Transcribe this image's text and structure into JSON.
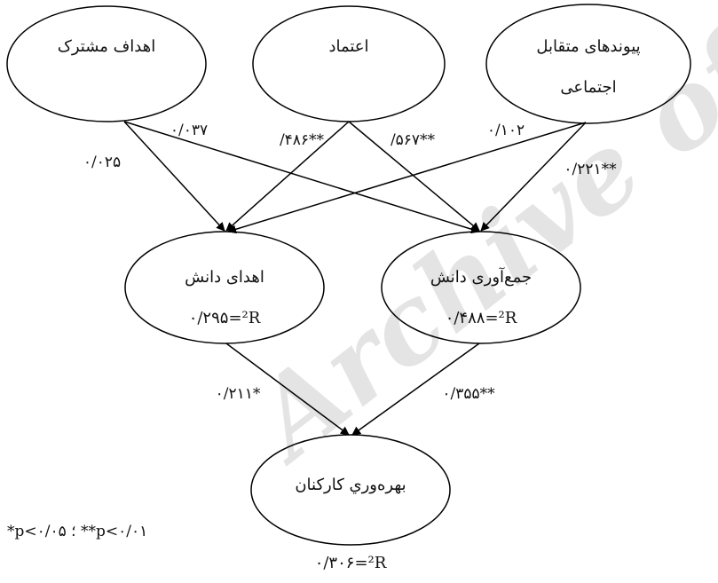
{
  "nodes": {
    "shared_goals": {
      "label": "اهداف مشترک"
    },
    "trust": {
      "label": "اعتماد"
    },
    "social_ties": {
      "label_line1": "پیوندهای متقابل",
      "label_line2": "اجتماعی"
    },
    "knowledge_donating": {
      "label": "اهدای دانش",
      "r2": "۰/۲۹۵=²R"
    },
    "knowledge_collecting": {
      "label": "جمع‌آوری دانش",
      "r2": "۰/۴۸۸=²R"
    },
    "productivity": {
      "label": "بهره‌وري كاركنان",
      "r2": "۰/۳۰۶=²R"
    }
  },
  "coefficients": {
    "shared_to_collecting": "۰/۰۳۷",
    "shared_to_donating": "۰/۰۲۵",
    "trust_to_donating": "/۴۸۶**",
    "trust_to_collecting": "/۵۶۷**",
    "ties_to_donating": "۰/۱۰۲",
    "ties_to_collecting": "۰/۲۲۱**",
    "donating_to_productivity": "۰/۲۱۱*",
    "collecting_to_productivity": "۰/۳۵۵**"
  },
  "footnote": "*p<۰/۰۵ ؛ **p<۰/۰۱",
  "watermark": "Archive of SID"
}
